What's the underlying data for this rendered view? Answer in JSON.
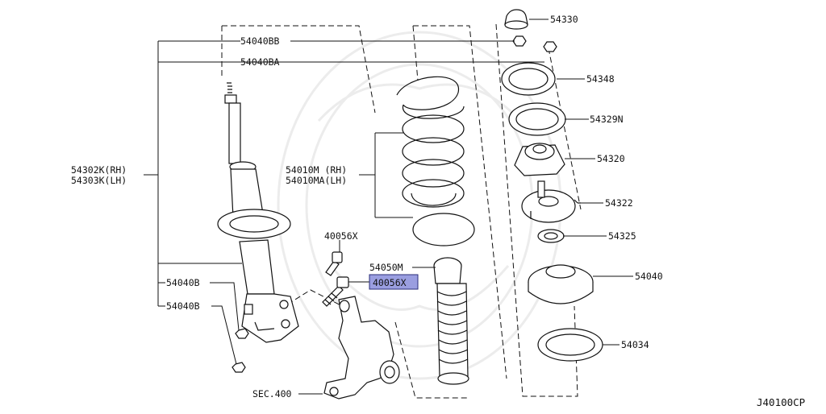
{
  "diagram_id": "J40100CP",
  "highlight_color": "#9a9ee0",
  "callouts": {
    "p54330": "54330",
    "p54040BB": "54040BB",
    "p54040BA": "54040BA",
    "p54348": "54348",
    "p54329N": "54329N",
    "p54302K": "54302K(RH)",
    "p54303K": "54303K(LH)",
    "p54010M": "54010M (RH)",
    "p54010MA": "54010MA(LH)",
    "p54320": "54320",
    "p54322": "54322",
    "p40056X_a": "40056X",
    "p54325": "54325",
    "p54050M": "54050M",
    "p40056X_b": "40056X",
    "p54040": "54040",
    "p54040B_a": "54040B",
    "p54040B_b": "54040B",
    "p54034": "54034",
    "sec400": "SEC.400"
  }
}
